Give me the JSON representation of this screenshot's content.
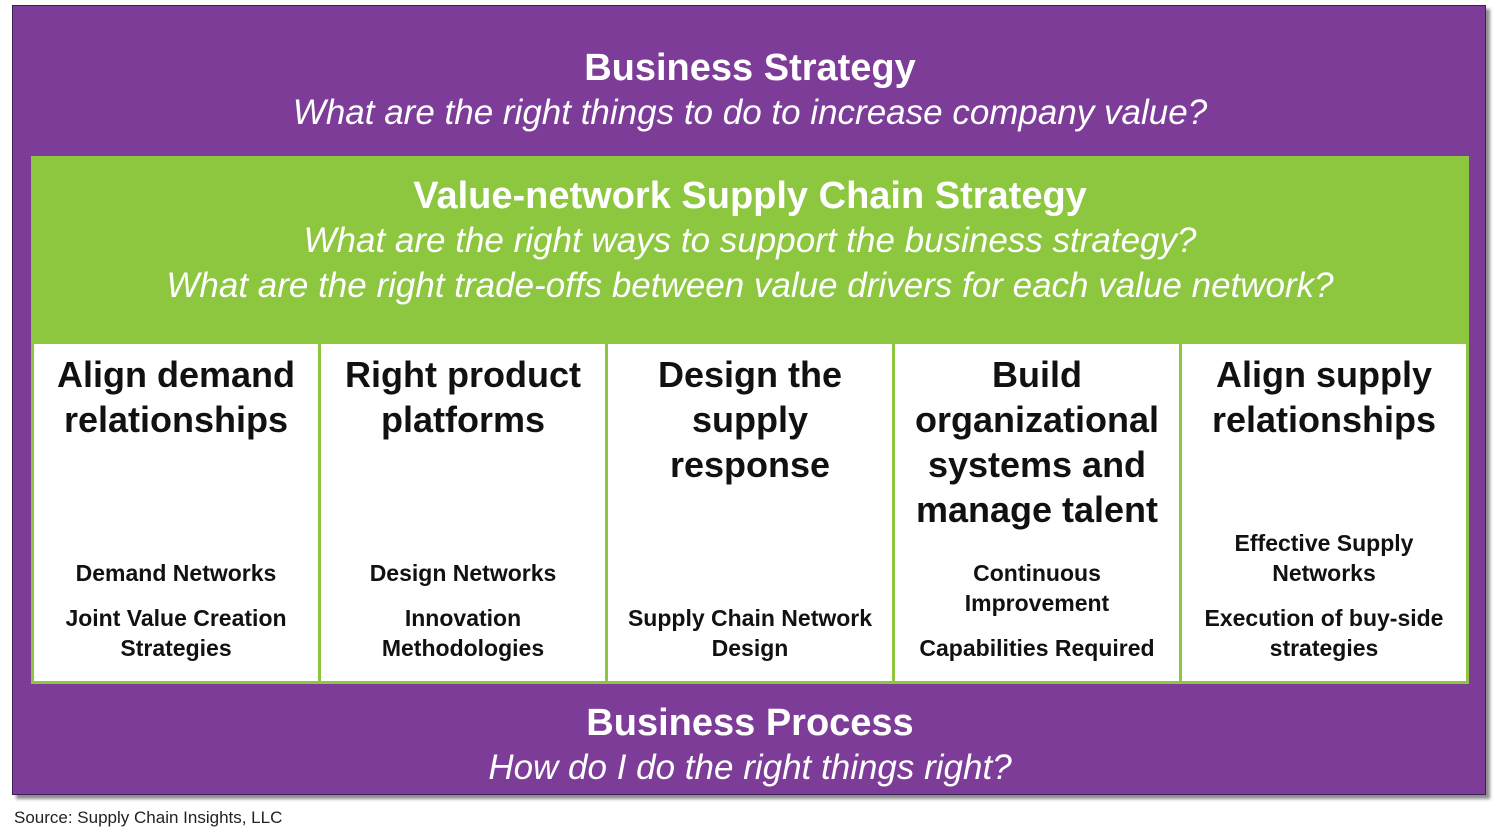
{
  "colors": {
    "purple": "#7d3c98",
    "green": "#8dc63f",
    "column_bg": "#ffffff",
    "border": "#3a2050"
  },
  "business_strategy": {
    "title": "Business Strategy",
    "question": "What are the right things to do to increase company value?"
  },
  "supply_chain_strategy": {
    "title": "Value-network Supply Chain Strategy",
    "questions": [
      "What are the right ways to support the business strategy?",
      "What are the right trade-offs between value drivers for each value network?"
    ]
  },
  "columns": [
    {
      "heading": "Align demand relationships",
      "items": [
        "Demand Networks",
        "Joint Value Creation Strategies"
      ]
    },
    {
      "heading": "Right product platforms",
      "items": [
        "Design Networks",
        "Innovation Methodologies"
      ]
    },
    {
      "heading": "Design the supply response",
      "items": [
        "Supply Chain Network Design"
      ]
    },
    {
      "heading": "Build organizational systems and manage talent",
      "items": [
        "Continuous Improvement",
        "Capabilities Required"
      ]
    },
    {
      "heading": "Align supply relationships",
      "items": [
        "Effective Supply Networks",
        "Execution of buy-side strategies"
      ]
    }
  ],
  "business_process": {
    "title": "Business Process",
    "question": "How do I do the right things right?"
  },
  "source": "Source:  Supply Chain Insights, LLC"
}
